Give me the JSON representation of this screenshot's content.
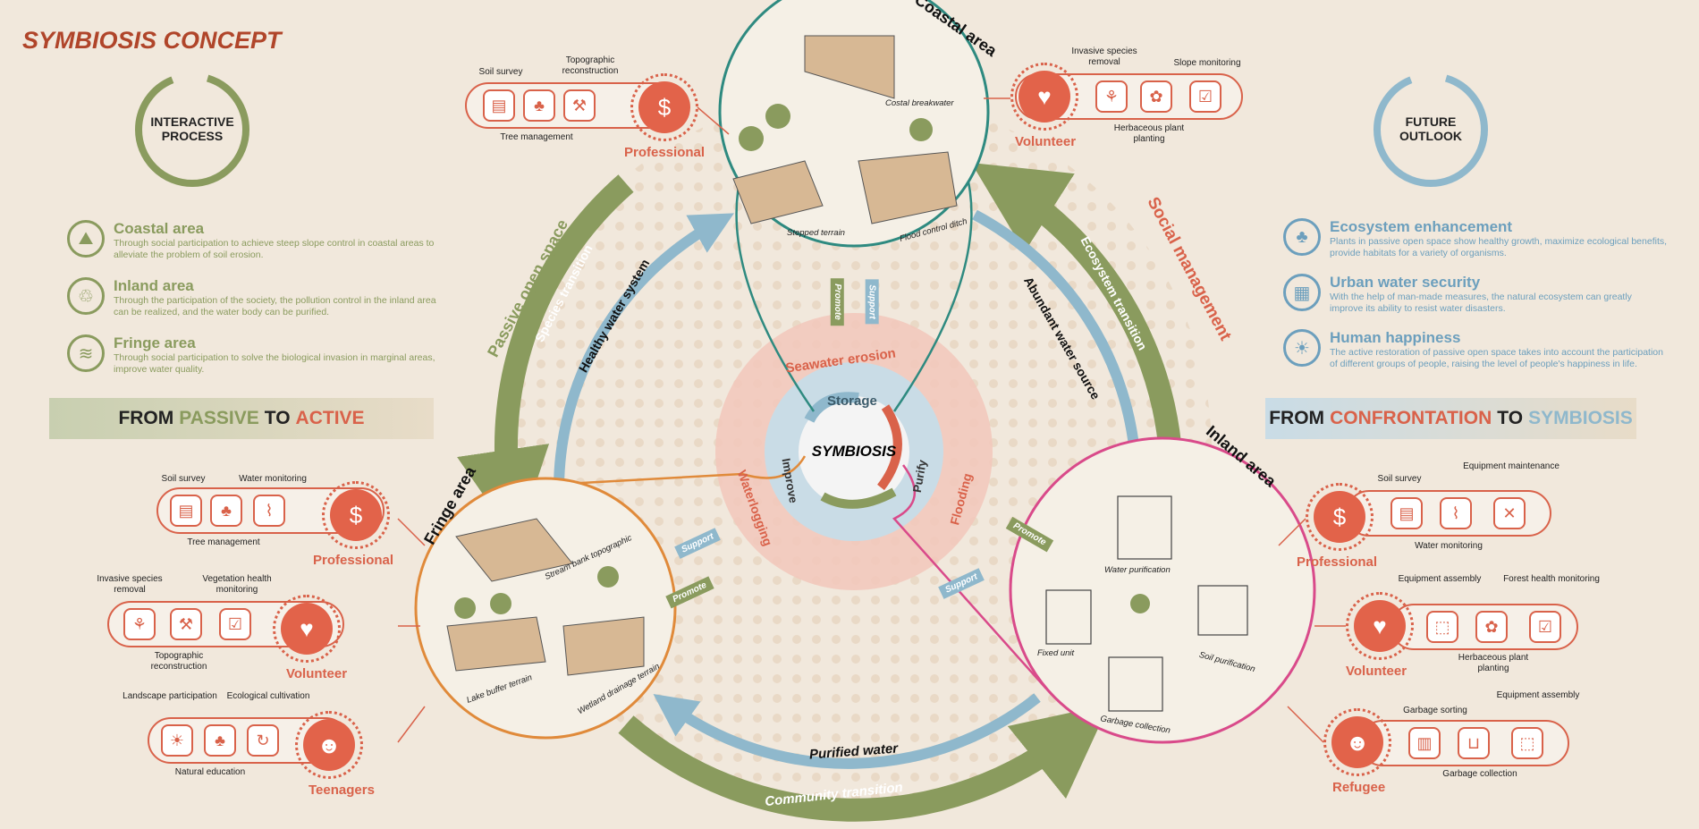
{
  "title": "SYMBIOSIS CONCEPT",
  "left_badge": {
    "label": "INTERACTIVE PROCESS"
  },
  "right_badge": {
    "label": "FUTURE OUTLOOK"
  },
  "left_list": [
    {
      "title": "Coastal area",
      "text": "Through social participation to achieve steep slope control in coastal areas to alleviate the problem of soil erosion.",
      "icon": "slope-icon"
    },
    {
      "title": "Inland area",
      "text": "Through the participation of the society, the pollution control in the inland area can be realized, and the water body  can be purified.",
      "icon": "pollution-icon"
    },
    {
      "title": "Fringe area",
      "text": "Through social participation to solve the biological invasion in marginal areas, improve water quality.",
      "icon": "wave-bird-icon"
    }
  ],
  "right_list": [
    {
      "title": "Ecosystem enhancement",
      "text": "Plants in passive open space show healthy growth, maximize ecological benefits, provide habitats for a variety of organisms.",
      "icon": "forest-icon"
    },
    {
      "title": "Urban water security",
      "text": "With the help of man-made measures, the natural ecosystem can greatly improve its ability to resist water disasters.",
      "icon": "city-icon"
    },
    {
      "title": "Human happiness",
      "text": "The active restoration of passive open space takes into account the participation of different groups of people, raising the level of people's happiness in life.",
      "icon": "person-sun-icon"
    }
  ],
  "banner_left": {
    "a": "FROM ",
    "b": "PASSIVE",
    "c": " TO ",
    "d": "ACTIVE"
  },
  "banner_right": {
    "a": "FROM ",
    "b": "CONFRONTATION",
    "c": " TO ",
    "d": "SYMBIOSIS"
  },
  "areas": {
    "coastal": "Coastal area",
    "fringe": "Fringe area",
    "inland": "Inland area"
  },
  "coastal_caps": [
    "Costal breakwater",
    "Stepped terrain",
    "Flood control ditch"
  ],
  "fringe_caps": [
    "Stream bank topographic",
    "Lake buffer terrain",
    "Wetland drainage terrain"
  ],
  "inland_caps": [
    "Water purification",
    "Fixed unit",
    "Soil purification",
    "Garbage collection"
  ],
  "center": {
    "label": "SYMBIOSIS",
    "storage": "Storage",
    "improve": "Improve",
    "purify": "Purify",
    "seawater": "Seawater erosion",
    "waterlogging": "Waterlogging",
    "flooding": "Flooding"
  },
  "arrows": {
    "promote": "Promote",
    "support": "Support"
  },
  "arcs": {
    "passive": "Passive open space",
    "species": "Species transition",
    "healthy": "Healthy water system",
    "social": "Social management",
    "ecosystem": "Ecosystem transition",
    "abundant": "Abundant water source",
    "purified": "Purified water",
    "community": "Community transition"
  },
  "panels": {
    "tl_prof": {
      "role": "Professional",
      "items": [
        "Soil survey",
        "Topographic reconstruction",
        "Tree management"
      ]
    },
    "tr_vol": {
      "role": "Volunteer",
      "items": [
        "Invasive species removal",
        "Slope monitoring",
        "Herbaceous plant planting"
      ]
    },
    "l_prof": {
      "role": "Professional",
      "items": [
        "Soil survey",
        "Water monitoring",
        "Tree management"
      ]
    },
    "l_vol": {
      "role": "Volunteer",
      "items": [
        "Invasive species removal",
        "Vegetation health monitoring",
        "Topographic reconstruction"
      ]
    },
    "l_teen": {
      "role": "Teenagers",
      "items": [
        "Landscape participation",
        "Ecological cultivation",
        "Natural education"
      ]
    },
    "r_prof": {
      "role": "Professional",
      "items": [
        "Soil survey",
        "Equipment maintenance",
        "Water monitoring"
      ]
    },
    "r_vol": {
      "role": "Volunteer",
      "items": [
        "Equipment assembly",
        "Forest health monitoring",
        "Herbaceous plant planting"
      ]
    },
    "r_ref": {
      "role": "Refugee",
      "items": [
        "Garbage sorting",
        "Equipment assembly",
        "Garbage collection"
      ]
    }
  },
  "colors": {
    "green": "#8a9b5e",
    "blue": "#8fb8cc",
    "red": "#d9624a",
    "teal": "#2e8a80",
    "orange": "#e08a3a",
    "pink": "#d94a8a"
  }
}
